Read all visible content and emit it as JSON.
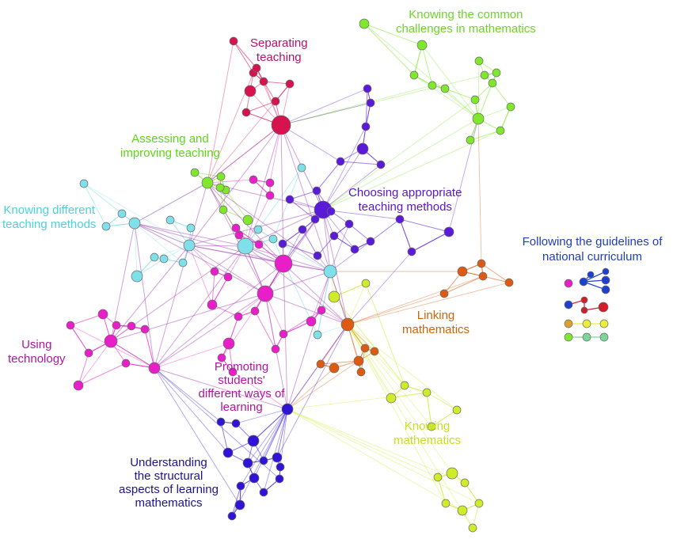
{
  "colors": {
    "crimson": "#d6124f",
    "green": "#80e82c",
    "purple": "#5a1ad8",
    "cyan": "#7fe0ea",
    "magenta": "#e81fc8",
    "navy": "#2f14d8",
    "orange": "#dd5a12",
    "lime": "#cfeb2a",
    "blue": "#1f3fd0",
    "red": "#d11e2e",
    "gold": "#dca030",
    "yellow": "#e8ee3a",
    "teal": "#7bd69a"
  },
  "labels": [
    {
      "id": "separating-teaching",
      "text": "Separating\nteaching",
      "color": "#b5126a"
    },
    {
      "id": "knowing-common-challenges",
      "text": "Knowing the common\nchallenges in mathematics",
      "color": "#6fd32d"
    },
    {
      "id": "assessing-improving",
      "text": "Assessing and\nimproving teaching",
      "color": "#5fd41f"
    },
    {
      "id": "knowing-different-methods",
      "text": "Knowing different\nteaching methods",
      "color": "#4fd0dc"
    },
    {
      "id": "choosing-appropriate",
      "text": "Choosing appropriate\nteaching methods",
      "color": "#5a16c8"
    },
    {
      "id": "linking-mathematics",
      "text": "Linking\nmathematics",
      "color": "#c8660f"
    },
    {
      "id": "using-technology",
      "text": "Using\ntechnology",
      "color": "#b0159e"
    },
    {
      "id": "promoting-students",
      "text": "Promoting\nstudents'\ndifferent ways of\nlearning",
      "color": "#b0159e"
    },
    {
      "id": "understanding-structural",
      "text": "Understanding\nthe structural\naspects of learning\nmathematics",
      "color": "#1d148a"
    },
    {
      "id": "knowing-mathematics",
      "text": "Knowing\nmathematics",
      "color": "#c6df1f"
    }
  ],
  "legend": {
    "title": "Following the guidelines of\nnational curriculum",
    "title_color": "#1f3fb8"
  },
  "nodes": {
    "crimson": [
      [
        295,
        52,
        5
      ],
      [
        355,
        158,
        12
      ],
      [
        316,
        115,
        7
      ],
      [
        320,
        92,
        5
      ],
      [
        333,
        103,
        5
      ],
      [
        366,
        106,
        5
      ],
      [
        348,
        128,
        5
      ],
      [
        311,
        142,
        5
      ],
      [
        324,
        86,
        5
      ]
    ],
    "green": [
      [
        460,
        30,
        6
      ],
      [
        533,
        57,
        6
      ],
      [
        523,
        95,
        5
      ],
      [
        546,
        108,
        5
      ],
      [
        562,
        112,
        5
      ],
      [
        605,
        77,
        5
      ],
      [
        612,
        95,
        5
      ],
      [
        627,
        92,
        5
      ],
      [
        622,
        105,
        5
      ],
      [
        600,
        126,
        5
      ],
      [
        645,
        135,
        5
      ],
      [
        604,
        150,
        7
      ],
      [
        632,
        165,
        5
      ],
      [
        594,
        177,
        5
      ],
      [
        246,
        218,
        5
      ],
      [
        262,
        231,
        7
      ],
      [
        279,
        223,
        5
      ],
      [
        285,
        240,
        5
      ],
      [
        282,
        265,
        5
      ],
      [
        313,
        278,
        6
      ],
      [
        278,
        237,
        5
      ]
    ],
    "purple": [
      [
        408,
        265,
        11
      ],
      [
        464,
        112,
        5
      ],
      [
        468,
        130,
        5
      ],
      [
        462,
        160,
        5
      ],
      [
        458,
        188,
        7
      ],
      [
        481,
        208,
        5
      ],
      [
        430,
        204,
        5
      ],
      [
        400,
        241,
        5
      ],
      [
        366,
        252,
        5
      ],
      [
        382,
        290,
        5
      ],
      [
        398,
        277,
        5
      ],
      [
        418,
        267,
        5
      ],
      [
        441,
        283,
        5
      ],
      [
        422,
        298,
        5
      ],
      [
        401,
        323,
        5
      ],
      [
        448,
        315,
        5
      ],
      [
        468,
        305,
        5
      ],
      [
        505,
        277,
        5
      ],
      [
        520,
        318,
        5
      ],
      [
        567,
        293,
        6
      ],
      [
        357,
        308,
        5
      ]
    ],
    "cyan": [
      [
        106,
        232,
        5
      ],
      [
        154,
        270,
        5
      ],
      [
        134,
        286,
        5
      ],
      [
        170,
        282,
        7
      ],
      [
        215,
        278,
        5
      ],
      [
        241,
        288,
        5
      ],
      [
        239,
        310,
        7
      ],
      [
        195,
        325,
        5
      ],
      [
        207,
        327,
        5
      ],
      [
        231,
        332,
        5
      ],
      [
        173,
        349,
        7
      ],
      [
        310,
        311,
        10
      ],
      [
        345,
        302,
        5
      ],
      [
        381,
        212,
        5
      ],
      [
        326,
        290,
        5
      ],
      [
        417,
        343,
        8
      ],
      [
        401,
        423,
        5
      ]
    ],
    "magenta": [
      [
        358,
        333,
        11
      ],
      [
        335,
        371,
        10
      ],
      [
        320,
        227,
        5
      ],
      [
        341,
        231,
        5
      ],
      [
        341,
        247,
        5
      ],
      [
        298,
        288,
        5
      ],
      [
        302,
        297,
        5
      ],
      [
        327,
        309,
        5
      ],
      [
        271,
        343,
        5
      ],
      [
        288,
        350,
        5
      ],
      [
        268,
        385,
        6
      ],
      [
        301,
        400,
        5
      ],
      [
        322,
        393,
        5
      ],
      [
        289,
        434,
        7
      ],
      [
        348,
        441,
        5
      ],
      [
        358,
        422,
        5
      ],
      [
        393,
        406,
        6
      ],
      [
        406,
        392,
        5
      ],
      [
        130,
        397,
        6
      ],
      [
        89,
        411,
        5
      ],
      [
        147,
        411,
        5
      ],
      [
        166,
        412,
        5
      ],
      [
        183,
        416,
        5
      ],
      [
        140,
        431,
        8
      ],
      [
        112,
        446,
        5
      ],
      [
        159,
        459,
        5
      ],
      [
        195,
        465,
        7
      ],
      [
        99,
        487,
        6
      ],
      [
        280,
        452,
        5
      ],
      [
        294,
        470,
        5
      ]
    ],
    "navy": [
      [
        363,
        517,
        7
      ],
      [
        279,
        533,
        5
      ],
      [
        298,
        535,
        5
      ],
      [
        320,
        557,
        7
      ],
      [
        288,
        572,
        6
      ],
      [
        313,
        585,
        6
      ],
      [
        333,
        582,
        5
      ],
      [
        350,
        578,
        6
      ],
      [
        321,
        604,
        6
      ],
      [
        304,
        614,
        5
      ],
      [
        303,
        638,
        6
      ],
      [
        293,
        652,
        5
      ],
      [
        333,
        622,
        5
      ],
      [
        353,
        605,
        5
      ],
      [
        354,
        590,
        5
      ]
    ],
    "orange": [
      [
        439,
        410,
        8
      ],
      [
        584,
        343,
        6
      ],
      [
        608,
        333,
        5
      ],
      [
        610,
        349,
        5
      ],
      [
        643,
        357,
        5
      ],
      [
        561,
        371,
        5
      ],
      [
        461,
        440,
        5
      ],
      [
        453,
        456,
        6
      ],
      [
        473,
        444,
        5
      ],
      [
        456,
        470,
        5
      ],
      [
        422,
        465,
        6
      ],
      [
        405,
        460,
        5
      ]
    ],
    "lime": [
      [
        422,
        375,
        7
      ],
      [
        462,
        358,
        5
      ],
      [
        511,
        487,
        5
      ],
      [
        494,
        503,
        6
      ],
      [
        539,
        496,
        5
      ],
      [
        577,
        518,
        5
      ],
      [
        545,
        539,
        5
      ],
      [
        571,
        598,
        7
      ],
      [
        553,
        603,
        5
      ],
      [
        587,
        610,
        5
      ],
      [
        563,
        636,
        5
      ],
      [
        584,
        645,
        6
      ],
      [
        605,
        636,
        5
      ],
      [
        597,
        667,
        5
      ]
    ]
  },
  "hubs": [
    [
      355,
      158
    ],
    [
      408,
      265
    ],
    [
      358,
      333
    ],
    [
      335,
      371
    ],
    [
      310,
      311
    ],
    [
      439,
      410
    ],
    [
      417,
      343
    ],
    [
      195,
      465
    ],
    [
      363,
      517
    ],
    [
      604,
      150
    ],
    [
      262,
      231
    ],
    [
      140,
      431
    ],
    [
      170,
      282
    ],
    [
      239,
      310
    ]
  ],
  "legend_rows": [
    [
      [
        718,
        358,
        5,
        "magenta"
      ],
      [
        737,
        356,
        5,
        "blue"
      ],
      [
        746,
        347,
        4,
        "blue"
      ],
      [
        765,
        343,
        4,
        "blue"
      ],
      [
        765,
        354,
        5,
        "blue"
      ],
      [
        765,
        366,
        5,
        "blue"
      ]
    ],
    [
      [
        718,
        385,
        5,
        "blue"
      ],
      [
        738,
        379,
        4,
        "red"
      ],
      [
        738,
        392,
        4,
        "red"
      ],
      [
        762,
        388,
        6,
        "red"
      ]
    ],
    [
      [
        718,
        409,
        5,
        "gold"
      ],
      [
        741,
        409,
        5,
        "yellow"
      ],
      [
        763,
        409,
        5,
        "yellow"
      ]
    ],
    [
      [
        718,
        426,
        5,
        "green"
      ],
      [
        741,
        426,
        5,
        "teal"
      ],
      [
        763,
        426,
        5,
        "teal"
      ]
    ]
  ]
}
